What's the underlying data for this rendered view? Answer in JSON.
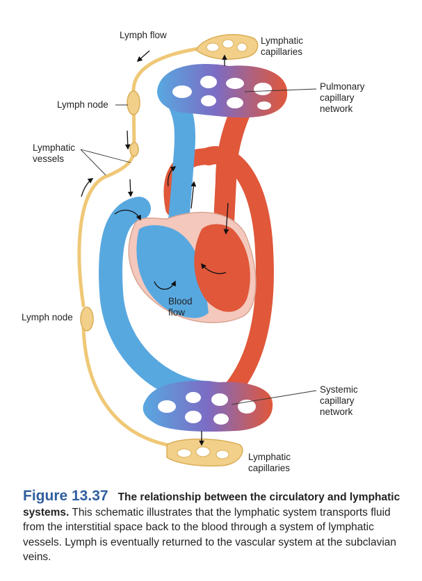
{
  "labels": {
    "lymph_flow": "Lymph flow",
    "lymphatic_capillaries_top": [
      "Lymphatic",
      "capillaries"
    ],
    "pulmonary_capillary_network": [
      "Pulmonary",
      "capillary",
      "network"
    ],
    "lymph_node_upper": "Lymph node",
    "lymphatic_vessels": [
      "Lymphatic",
      "vessels"
    ],
    "blood_flow": [
      "Blood",
      "flow"
    ],
    "lymph_node_lower": "Lymph node",
    "systemic_capillary_network": [
      "Systemic",
      "capillary",
      "network"
    ],
    "lymphatic_capillaries_bottom": [
      "Lymphatic",
      "capillaries"
    ]
  },
  "caption": {
    "figure_number": "Figure 13.37",
    "title": "The relationship between the circulatory and lymphatic systems.",
    "body": "This schematic illustrates that the lymphatic system transports fluid from the interstitial space back to the blood through a system of lymphatic vessels. Lymph is eventually returned to the vascular system at the subclavian veins."
  },
  "colors": {
    "deoxygenated_blue": "#58a8e0",
    "oxygenated_red": "#e0573a",
    "capillary_purple": "#7c6cc4",
    "lymph_yellow": "#f2d08a",
    "heart_tissue": "#f4c8bc",
    "caption_blue": "#2f5e9e"
  }
}
